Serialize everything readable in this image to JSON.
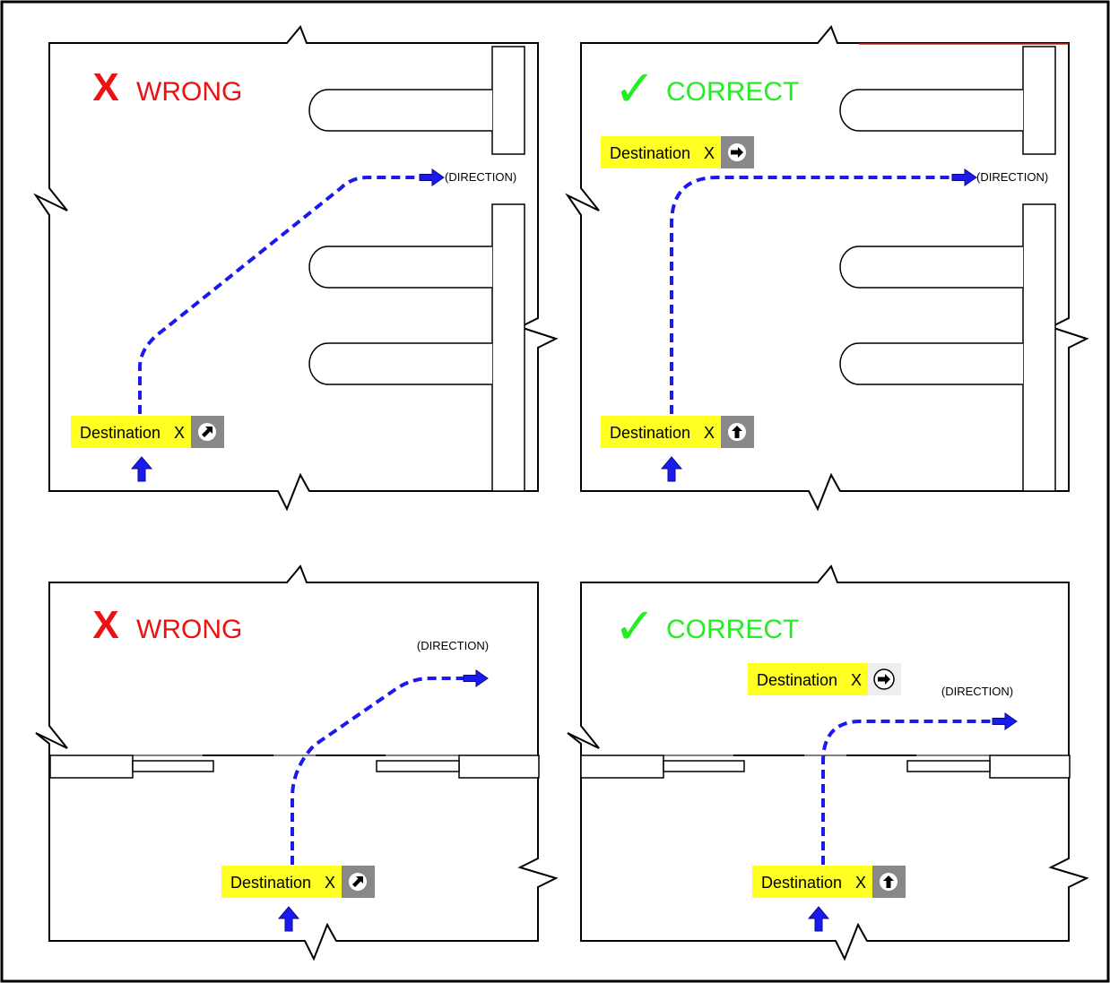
{
  "panels": [
    {
      "id": "p1",
      "verdict_mark": "X",
      "verdict": "WRONG",
      "verdict_color": "#ee1111",
      "direction_label": "(DIRECTION)",
      "signs": [
        {
          "text": "Destination",
          "x_label": "X",
          "arrow": "arrow-up-right-icon"
        }
      ]
    },
    {
      "id": "p2",
      "verdict_mark": "✓",
      "verdict": "CORRECT",
      "verdict_color": "#22ee22",
      "direction_label": "(DIRECTION)",
      "signs": [
        {
          "text": "Destination",
          "x_label": "X",
          "arrow": "arrow-right-icon"
        },
        {
          "text": "Destination",
          "x_label": "X",
          "arrow": "arrow-up-icon"
        }
      ]
    },
    {
      "id": "p3",
      "verdict_mark": "X",
      "verdict": "WRONG",
      "verdict_color": "#ee1111",
      "direction_label": "(DIRECTION)",
      "signs": [
        {
          "text": "Destination",
          "x_label": "X",
          "arrow": "arrow-up-right-icon"
        }
      ]
    },
    {
      "id": "p4",
      "verdict_mark": "✓",
      "verdict": "CORRECT",
      "verdict_color": "#22ee22",
      "direction_label": "(DIRECTION)",
      "signs": [
        {
          "text": "Destination",
          "x_label": "X",
          "arrow": "arrow-right-icon"
        },
        {
          "text": "Destination",
          "x_label": "X",
          "arrow": "arrow-up-icon"
        }
      ]
    }
  ],
  "colors": {
    "path": "#1a1aee",
    "sign_bg": "#ffff22",
    "arrow_box": "#888888",
    "outline": "#000000"
  }
}
